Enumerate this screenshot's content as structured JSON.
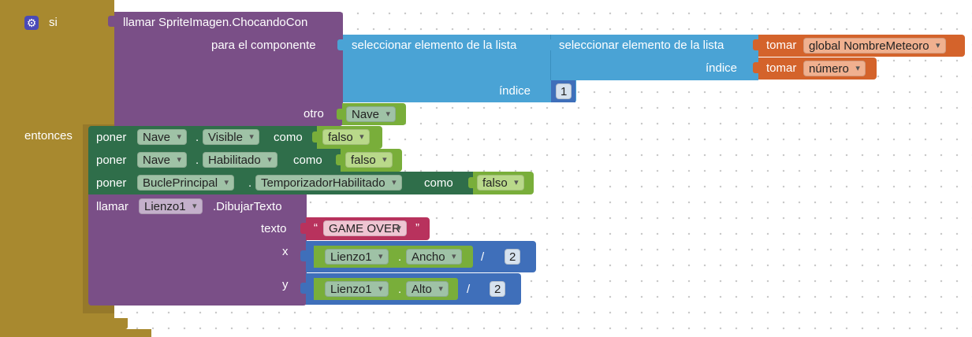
{
  "if_block": {
    "if_label": "si",
    "then_label": "entonces",
    "gear_icon": "⚙"
  },
  "collide_call": {
    "title": "llamar SpriteImagen.ChocandoCon",
    "component_label": "para el componente",
    "other_label": "otro",
    "other_value": "Nave"
  },
  "list_select_outer": {
    "label": "seleccionar elemento de la lista",
    "index_label": "índice",
    "index_value": "1"
  },
  "list_select_inner": {
    "label": "seleccionar elemento de la lista",
    "index_label": "índice"
  },
  "get_global": {
    "label": "tomar",
    "value": "global NombreMeteoro"
  },
  "get_number": {
    "label": "tomar",
    "value": "número"
  },
  "set_rows": [
    {
      "keyword": "poner",
      "component": "Nave",
      "dot": ".",
      "property": "Visible",
      "as_label": "como",
      "value": "falso"
    },
    {
      "keyword": "poner",
      "component": "Nave",
      "dot": ".",
      "property": "Habilitado",
      "as_label": "como",
      "value": "falso"
    },
    {
      "keyword": "poner",
      "component": "BuclePrincipal",
      "dot": ".",
      "property": "TemporizadorHabilitado",
      "as_label": "como",
      "value": "falso"
    }
  ],
  "draw_call": {
    "keyword": "llamar",
    "component": "Lienzo1",
    "method": ".DibujarTexto",
    "text_label": "texto",
    "text_value": "GAME OVER",
    "quote_open": "“",
    "quote_close": "”",
    "x_label": "x",
    "y_label": "y"
  },
  "x_expr": {
    "component": "Lienzo1",
    "dot": ".",
    "property": "Ancho",
    "operator": "/",
    "divisor": "2"
  },
  "y_expr": {
    "component": "Lienzo1",
    "dot": ".",
    "property": "Alto",
    "operator": "/",
    "divisor": "2"
  },
  "colors": {
    "control": "#a8892f",
    "component_call": "#7a4f87",
    "list": "#4aa3d5",
    "variable": "#d4632b",
    "math": "#3f6fba",
    "set_block": "#2f6e4a",
    "logic": "#79ae3a",
    "text": "#b8325d",
    "dropdown_purple": "#c4b0cb",
    "dropdown_green": "#9fc2a6",
    "dropdown_orange": "#f0b08f"
  }
}
